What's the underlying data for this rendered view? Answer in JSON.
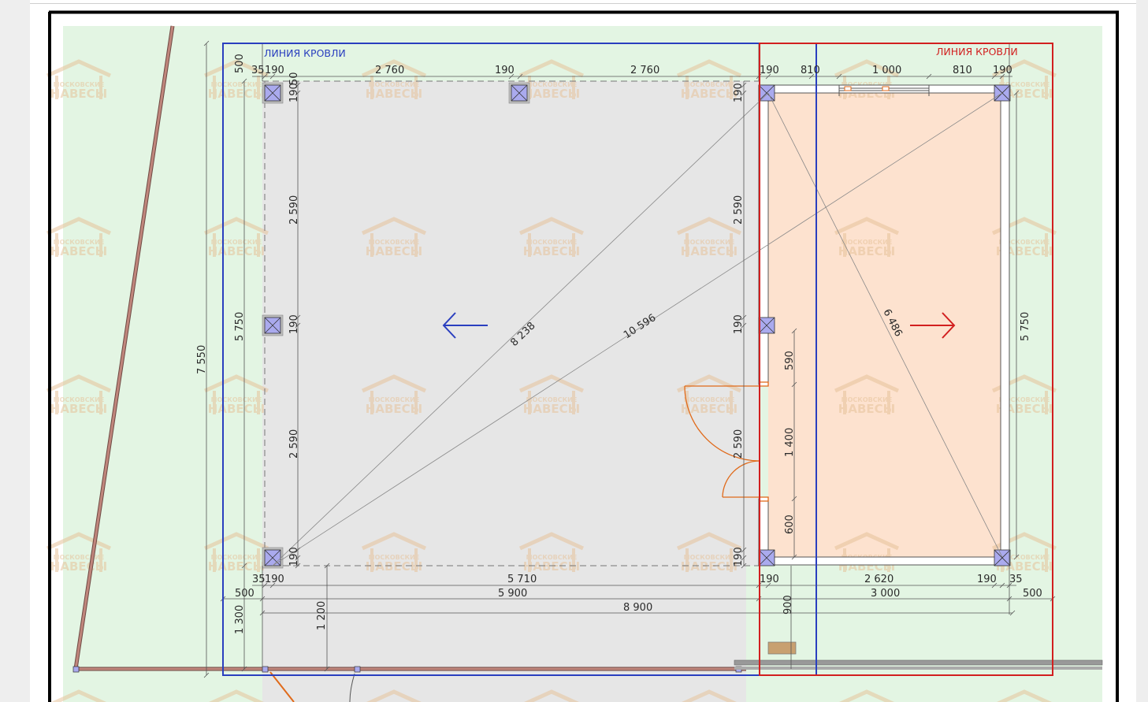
{
  "labels": {
    "roof_line_left": "ЛИНИЯ КРОВЛИ",
    "roof_line_right": "ЛИНИЯ КРОВЛИ"
  },
  "colors": {
    "green_area": "#e3f5e3",
    "canopy_area": "#e6e6e6",
    "room_area": "#fde2cf",
    "blue_roof_line": "#2a3fbf",
    "red_roof_line": "#d21f1f",
    "door_swing": "#e06a1a",
    "post": "#aaaaee",
    "fence": "#b06a60",
    "watermark": "#e6c39a"
  },
  "watermark": {
    "line1": "МОСКОВСКИЕ",
    "line2": "НАВЕСЫ"
  },
  "dims": {
    "top": {
      "a35": "35",
      "a190": "190",
      "a50": "50",
      "span1": "2 760",
      "mid190": "190",
      "span2": "2 760",
      "r190": "190",
      "r810a": "810",
      "r1000": "1 000",
      "r810b": "810",
      "r190b": "190"
    },
    "left": {
      "d500": "500",
      "d190top": "190",
      "d2590a": "2 590",
      "d190mid": "190",
      "d2590b": "2 590",
      "d190bot": "190",
      "d5750": "5 750",
      "d7550": "7 550",
      "d1300": "1 300",
      "d1200": "1 200"
    },
    "middle": {
      "m190top": "190",
      "m2590a": "2 590",
      "m190mid": "190",
      "m2590b": "2 590",
      "m190bot": "190",
      "m590": "590",
      "m1400": "1 400",
      "m600": "600",
      "m900": "900"
    },
    "right": {
      "r5750": "5 750"
    },
    "bottom": {
      "b35": "35",
      "b190": "190",
      "b5710": "5 710",
      "b190r": "190",
      "b2620": "2 620",
      "b190rr": "190",
      "b35r": "35",
      "b500l": "500",
      "b5900": "5 900",
      "b3000": "3 000",
      "b500r": "500",
      "b8900": "8 900"
    },
    "diagonals": {
      "d8238": "8 238",
      "d10596": "10 596",
      "d6486": "6 486"
    }
  }
}
